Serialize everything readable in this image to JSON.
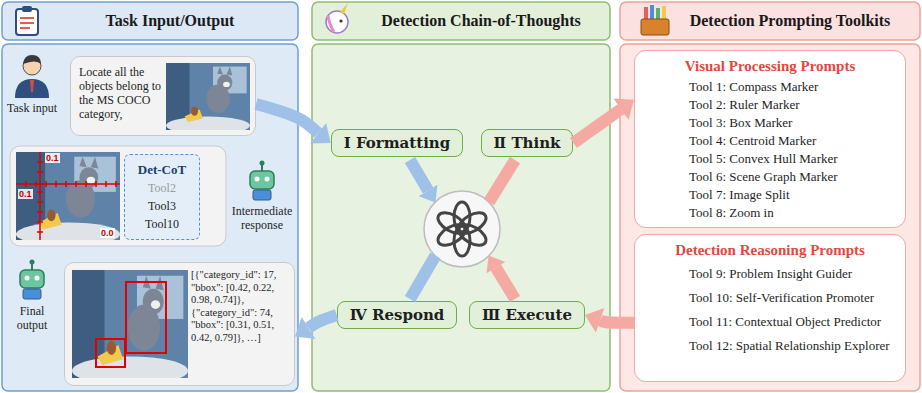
{
  "diagram": {
    "nodes": [
      {
        "text": [
          "Task Input/Output"
        ]
      },
      {
        "text": [
          "Locate all the objects belong to the MS COCO category,"
        ],
        "in": 0
      },
      {
        "text": [
          "Det-CoT",
          "Tool2",
          "Tool3",
          "Tool10"
        ],
        "in": 0
      },
      {
        "text": [
          "[{\"category_id\": 17, \"bbox\": [0.42, 0.22, 0.98, 0.74]}, {\"category_id\": 74, \"bbox\": [0.31, 0.51, 0.42, 0.79]}, …]"
        ],
        "in": 0
      },
      {
        "text": [
          "Detection Chain-of-Thoughts"
        ]
      },
      {
        "text": [
          "Ⅰ Formatting"
        ],
        "in": 4
      },
      {
        "text": [
          "Ⅱ Think"
        ],
        "in": 4
      },
      {
        "text": [
          "Ⅲ Execute"
        ],
        "in": 4
      },
      {
        "text": [
          "Ⅳ Respond"
        ],
        "in": 4
      },
      {
        "text": [
          "Detection Prompting Toolkits"
        ]
      },
      {
        "text": [
          "Visual Processing Prompts",
          "Tool 1: Compass Marker",
          "Tool 2: Ruler Marker",
          "Tool 3: Box Marker",
          "Tool 4: Centroid Marker",
          "Tool 5: Convex Hull Marker",
          "Tool 6: Scene Graph Marker",
          "Tool 7: Image Split",
          "Tool 8: Zoom in"
        ],
        "in": 9
      },
      {
        "text": [
          "Detection Reasoning Prompts",
          "Tool 9: Problem Insight Guider",
          "Tool 10: Self-Verification Promoter",
          "Tool 11: Contextual Object Predictor",
          "Tool 12: Spatial Relationship Explorer"
        ],
        "in": 9
      }
    ],
    "edges": [
      {
        "from": 1,
        "to": 5,
        "arrow": "to"
      },
      {
        "from": 6,
        "to": 10,
        "arrow": "to"
      },
      {
        "from": 11,
        "to": 7,
        "arrow": "to"
      },
      {
        "from": 8,
        "to": 3,
        "arrow": "to"
      }
    ],
    "labels": [
      "Task input",
      "0.1",
      "0.1",
      "0.0",
      "Intermediate response",
      "Final output"
    ]
  }
}
